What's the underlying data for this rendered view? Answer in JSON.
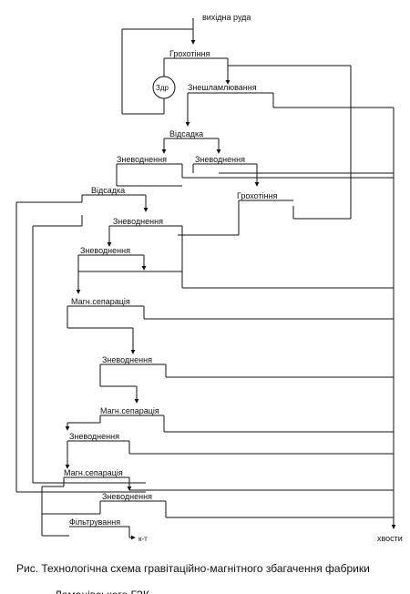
{
  "diagram": {
    "input_label": "вихідна руда",
    "tailings_label": "хвости",
    "concentrate_label": "к-т",
    "crusher_label": "Здр",
    "operations": {
      "screening_1": "Грохотіння",
      "desliming": "Знешламлювання",
      "jigging_1": "Відсадка",
      "dewatering_1": "Зневоднення",
      "dewatering_2": "Зневоднення",
      "screening_2": "Грохотіння",
      "jigging_2": "Відсадка",
      "dewatering_3": "Зневоднення",
      "dewatering_4": "Зневоднення",
      "mag_sep_1": "Магн.сепарація",
      "dewatering_5": "Зневоднення",
      "mag_sep_2": "Магн.сепарація",
      "dewatering_6": "Зневоднення",
      "mag_sep_3": "Магн.сепарація",
      "dewatering_7": "Зневоднення",
      "filtering": "Фільтрування"
    }
  },
  "caption": {
    "text": "Рис. Технологічна схема гравітаційно-магнітного збагачення фабрики",
    "second_line": "Ламанівського ГЗК"
  }
}
